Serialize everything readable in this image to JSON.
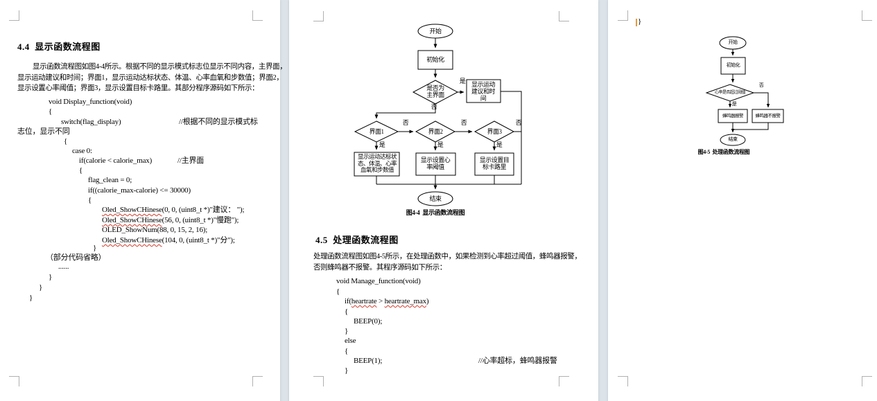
{
  "page1": {
    "heading": "4.4  显示函数流程图",
    "para": [
      "显示函数流程图如图4-4所示。根据不同的显示模式标志位显示不同内容，主界面，",
      "显示运动建议和时间；界面1，显示运动达标状态、体温、心率血氧和步数值；界面2，",
      "显示设置心率阈值；界面3，显示设置目标卡路里。其部分程序源码如下所示："
    ],
    "code": {
      "l1": "void Display_function(void)",
      "l2": "{",
      "l3": "switch(flag_display)",
      "l3c": "//根据不同的显示模式标",
      "l4": "志位，显示不同",
      "l5": "{",
      "l6": "case 0:",
      "l7": "if(calorie < calorie_max)",
      "l7c": "//主界面",
      "l8": "{",
      "l9": "flag_clean = 0;",
      "l10": "if((calorie_max-calorie) <= 30000)",
      "l11": "{",
      "l12a": "Oled_ShowCHinese",
      "l12b": "(0, 0, (uint8_t *)\"建议： \");",
      "l13a": "Oled_ShowCHinese",
      "l13b": "(56, 0, (uint8_t *)\"慢跑\");",
      "l14": "OLED_ShowNum(88, 0, 15, 2, 16);",
      "l15a": "Oled_ShowCHinese",
      "l15b": "(104, 0, (uint8_t *)\"分\");",
      "l16": "}",
      "l17": "（部分代码省略）",
      "l18": "......",
      "l19": "}",
      "l20": "}",
      "l21": "}"
    }
  },
  "page2": {
    "flow": {
      "start": "开始",
      "init": "初始化",
      "d_main": "是否为主界面",
      "r_advice": "显示运动建议和时间",
      "d1": "界面1",
      "d2": "界面2",
      "d3": "界面3",
      "r1": "显示运动达标状态、体温、心率血氧和步数值",
      "r2": "显示设置心率阈值",
      "r3": "显示设置目标卡路里",
      "end": "结束",
      "yes": "是",
      "no": "否",
      "caption": "图4-4  显示函数流程图"
    },
    "heading": "4.5  处理函数流程图",
    "para": [
      "处理函数流程图如图4-5所示，在处理函数中，如果检测到心率超过阈值，蜂鸣器报警，",
      "否则蜂鸣器不报警。其程序源码如下所示："
    ],
    "code": {
      "l1": "void Manage_function(void)",
      "l2": "{",
      "l3a": "if(",
      "l3b": "heartrate",
      "l3c": " > ",
      "l3d": "heartrate_max",
      "l3e": ")",
      "l4": "{",
      "l5": "BEEP(0);",
      "l6": "}",
      "l7": "else",
      "l8": "{",
      "l9": "BEEP(1);",
      "l9c": "//心率超标，蜂鸣器报警",
      "l10": "}"
    }
  },
  "page3": {
    "stray_brace": "}",
    "flow": {
      "start": "开始",
      "init": "初始化",
      "d": "心率是否超过阈值",
      "r_alarm": "蜂鸣器报警",
      "r_noalarm": "蜂鸣器不报警",
      "end": "结束",
      "yes": "是",
      "no": "否",
      "caption": "图4-5  处理函数流程图"
    }
  }
}
